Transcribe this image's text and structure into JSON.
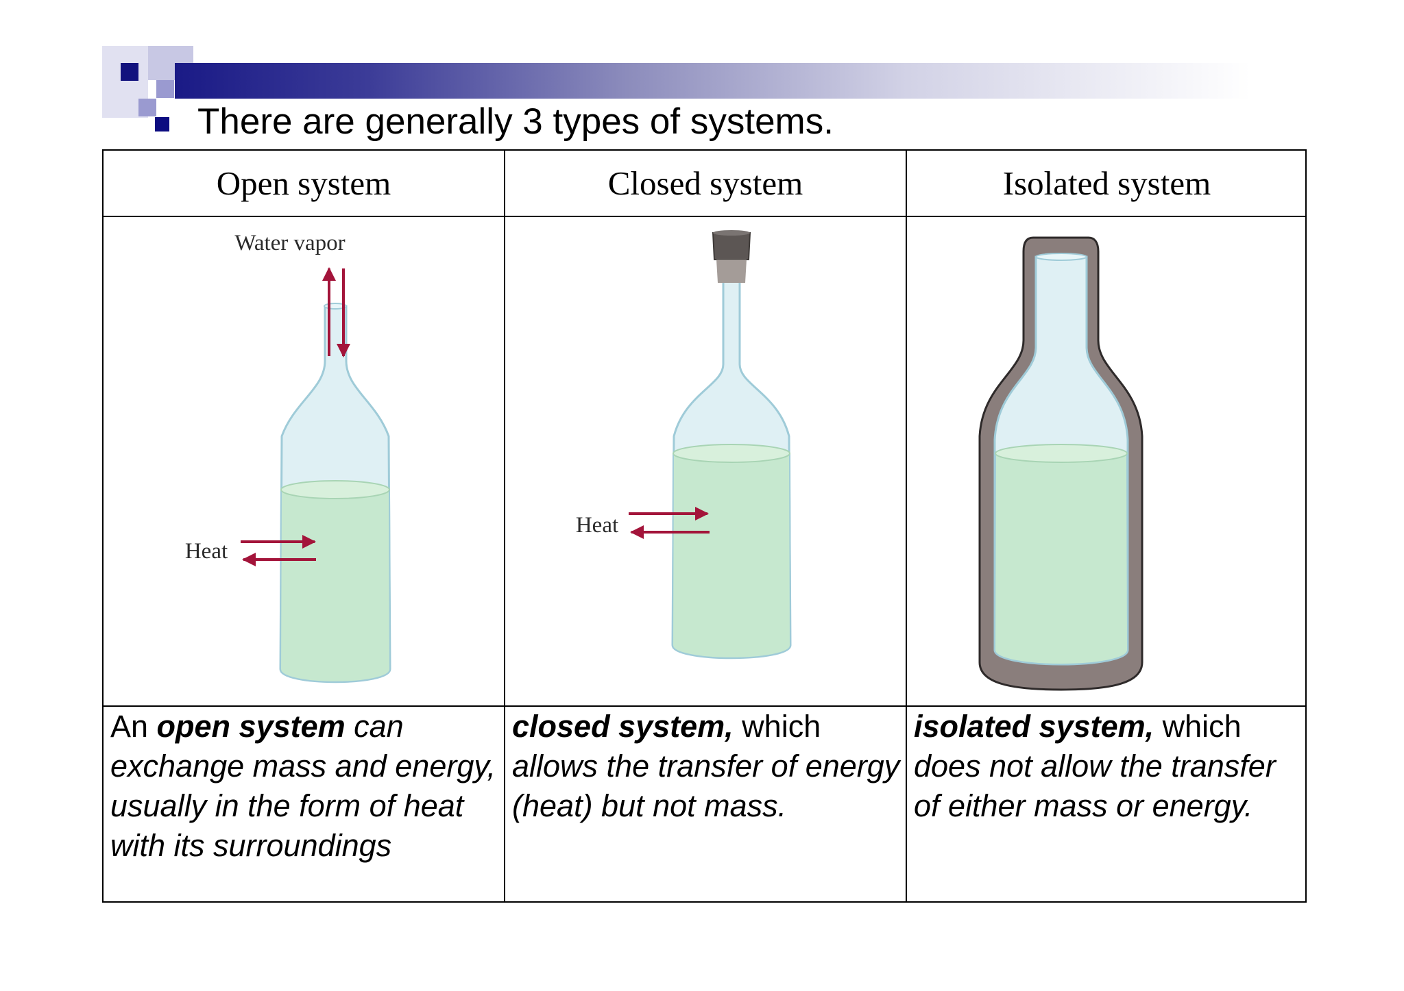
{
  "slide": {
    "title": "There are generally 3 types of systems."
  },
  "table": {
    "headers": [
      "Open system",
      "Closed system",
      "Isolated system"
    ],
    "open": {
      "label_vapor": "Water vapor",
      "label_heat": "Heat",
      "desc_pre": "An ",
      "desc_bold": "open system",
      "desc_rest": " can exchange mass and energy, usually in the form of heat with its surroundings"
    },
    "closed": {
      "label_heat": "Heat",
      "desc_bold": "closed system,",
      "desc_normal": " which",
      "desc_rest": " allows the transfer of energy (heat) but not mass."
    },
    "isolated": {
      "desc_bold": "isolated system,",
      "desc_normal": " which",
      "desc_rest": " does not allow the transfer of either mass or energy."
    }
  },
  "colors": {
    "accent": "#1a1a86",
    "arrow": "#a3143a",
    "glass": "#bfe0ea",
    "liquid": "#c2e6cc",
    "cork": "#5c5654",
    "insulation": "#8a7e7c"
  }
}
